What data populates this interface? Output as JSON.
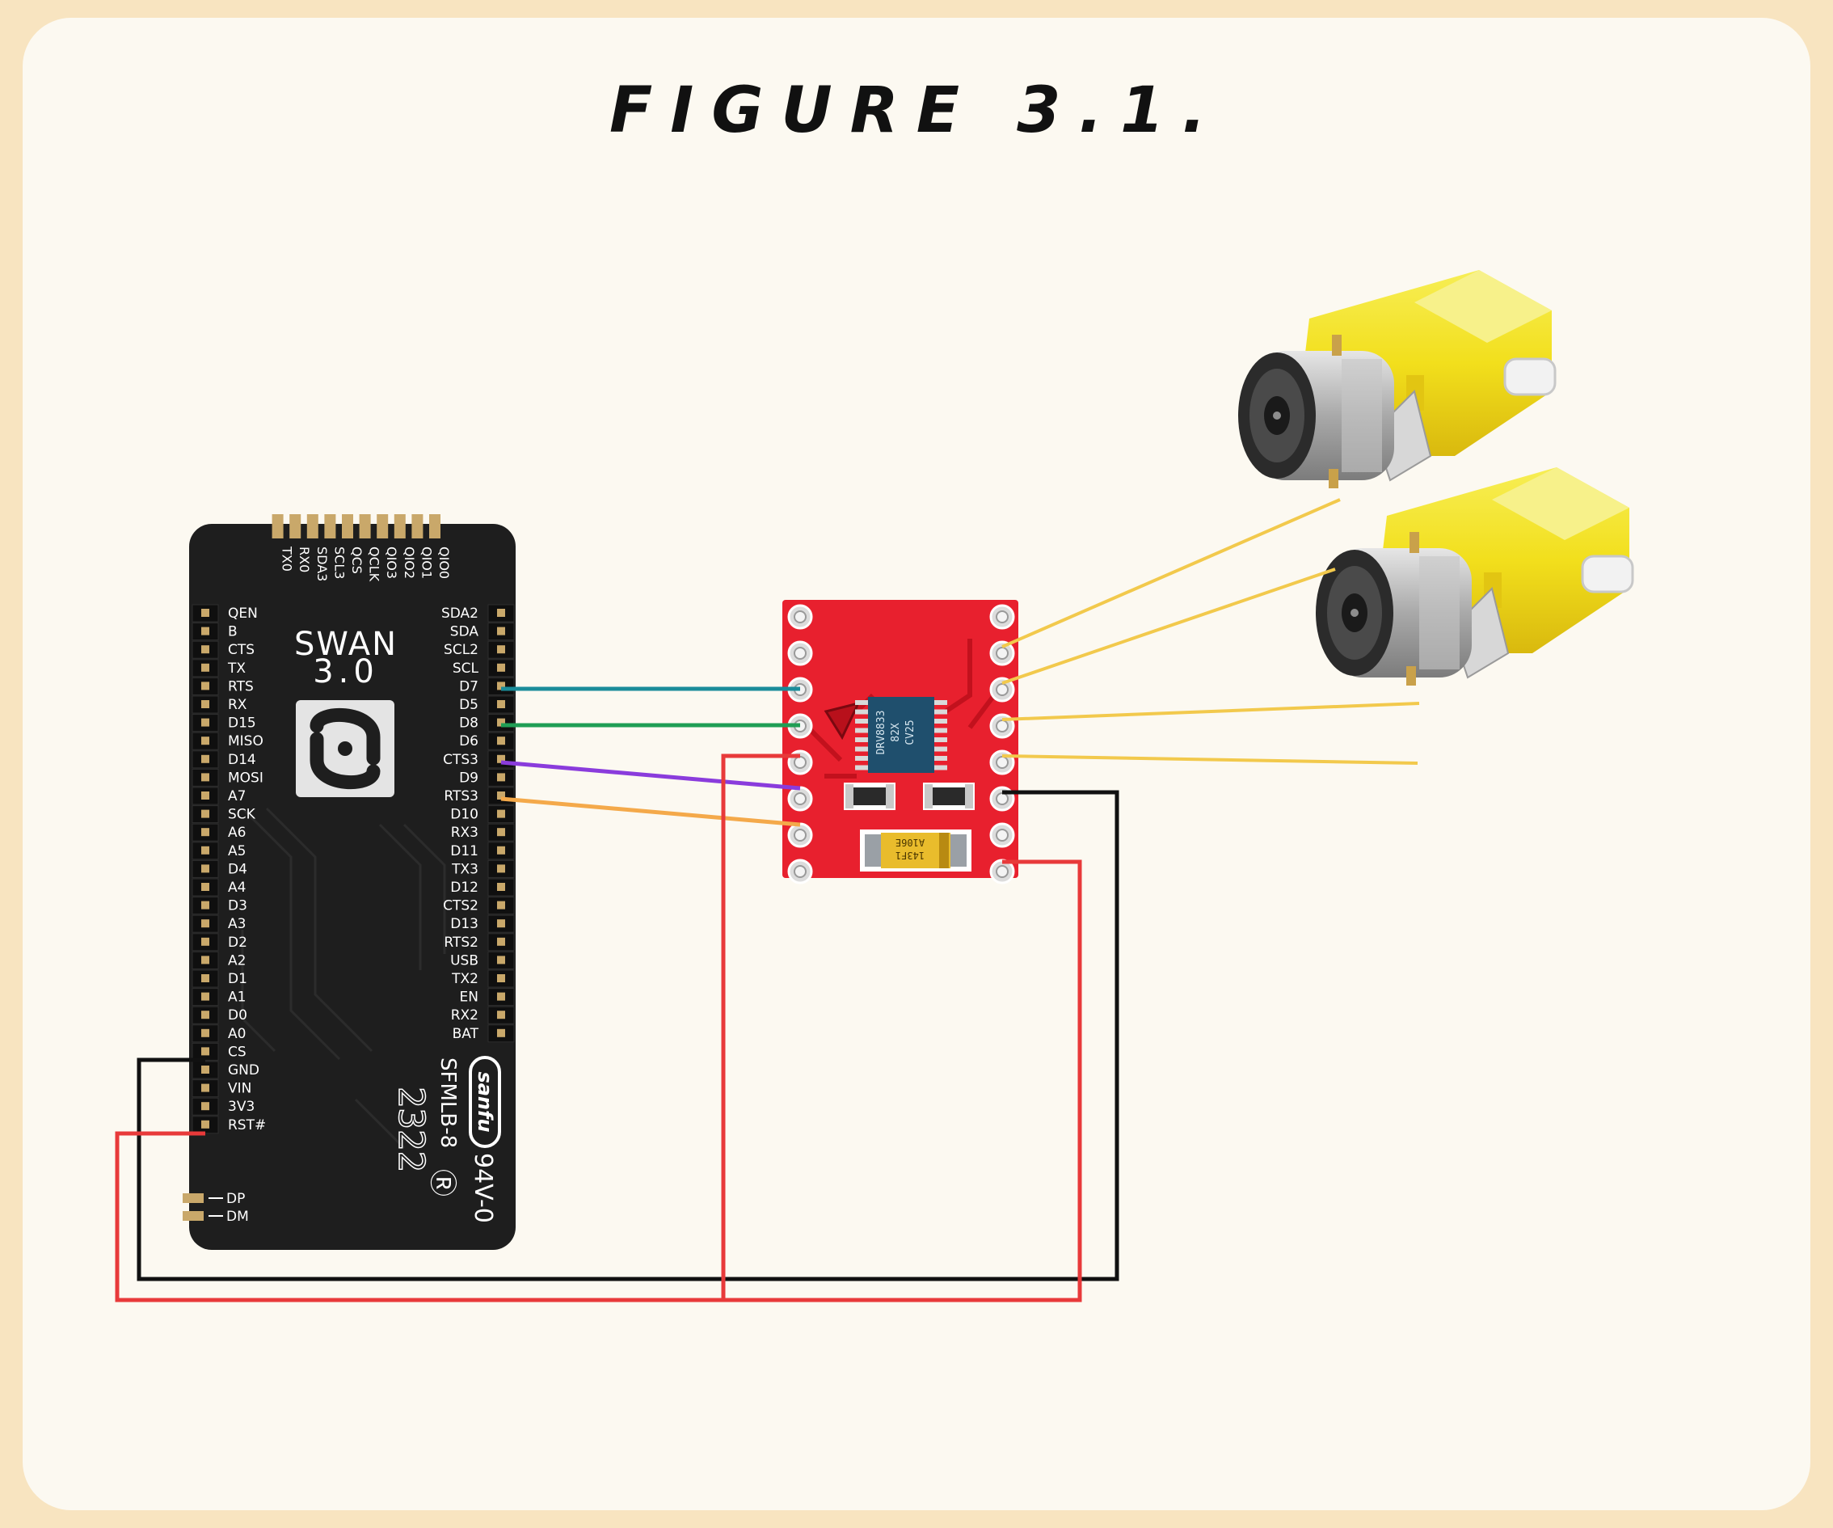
{
  "figure": {
    "title": "FIGURE 3.1."
  },
  "swan": {
    "name_line1": "SWAN",
    "name_line2": "3.0",
    "top_pins": [
      "QIO0",
      "QIO1",
      "QIO2",
      "QIO3",
      "QCLK",
      "QCS",
      "SCL3",
      "SDA3",
      "RX0",
      "TX0"
    ],
    "left_pins": [
      "QEN",
      "B",
      "CTS",
      "TX",
      "RTS",
      "RX",
      "D15",
      "MISO",
      "D14",
      "MOSI",
      "A7",
      "SCK",
      "A6",
      "A5",
      "D4",
      "A4",
      "D3",
      "A3",
      "D2",
      "A2",
      "D1",
      "A1",
      "D0",
      "A0",
      "CS",
      "GND",
      "VIN",
      "3V3",
      "RST#"
    ],
    "bottom_pins": [
      "DP",
      "DM"
    ],
    "right_pins": [
      "SDA2",
      "SDA",
      "SCL2",
      "SCL",
      "D7",
      "D5",
      "D8",
      "D6",
      "CTS3",
      "D9",
      "RTS3",
      "D10",
      "RX3",
      "D11",
      "TX3",
      "D12",
      "CTS2",
      "D13",
      "RTS2",
      "USB",
      "TX2",
      "EN",
      "RX2",
      "BAT"
    ],
    "markings": {
      "brand": "sanfu",
      "model": "SFMLB-8",
      "rating": "94V-0",
      "date_code": "2322"
    }
  },
  "driver": {
    "chip_lines": [
      "DRV8833",
      "82X",
      "CV25"
    ],
    "capacitor_lines": [
      "A106E",
      "143F1"
    ]
  },
  "colors": {
    "wire_teal": "#1a8c9a",
    "wire_green": "#1f9e55",
    "wire_purple": "#8a3cdc",
    "wire_orange": "#f4a94a",
    "wire_yellow": "#f2c94c",
    "wire_red": "#e83a3a",
    "wire_black": "#111111",
    "driver_board": "#e8202e",
    "motor_yellow": "#f3e52a"
  }
}
